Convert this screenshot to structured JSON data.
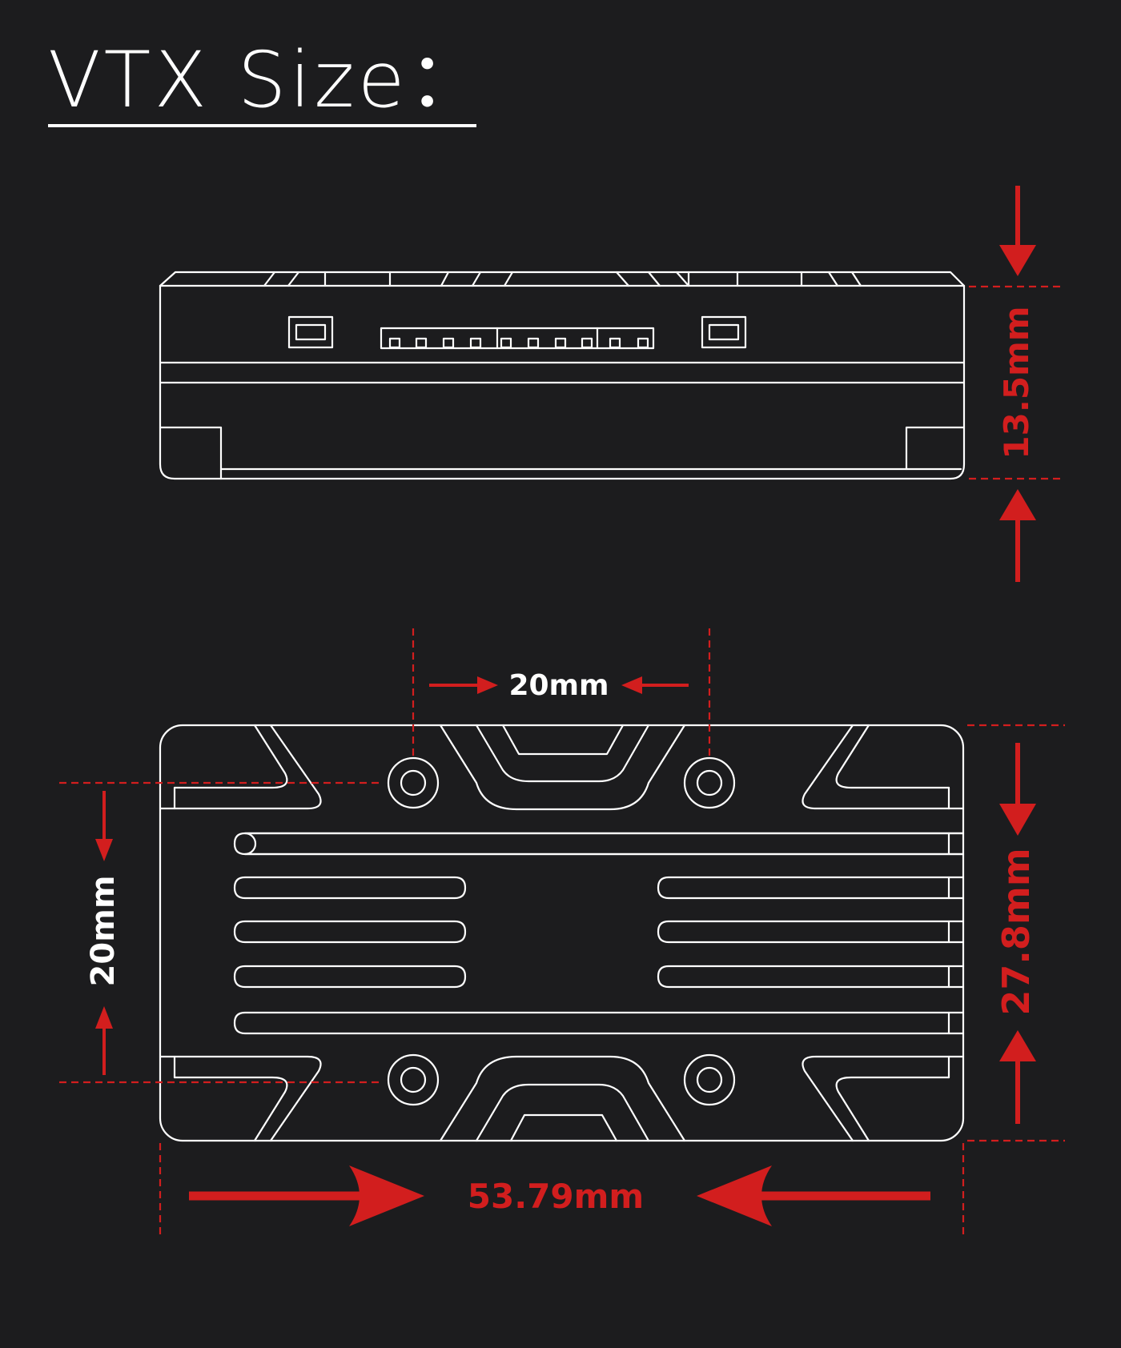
{
  "title": "VTX Size：",
  "dimensions": {
    "height": "13.5mm",
    "hole_spacing_horizontal": "20mm",
    "hole_spacing_vertical": "20mm",
    "width": "27.8mm",
    "length": "53.79mm"
  },
  "colors": {
    "background": "#1c1c1e",
    "outline": "#ffffff",
    "dimension": "#d21e1e"
  }
}
